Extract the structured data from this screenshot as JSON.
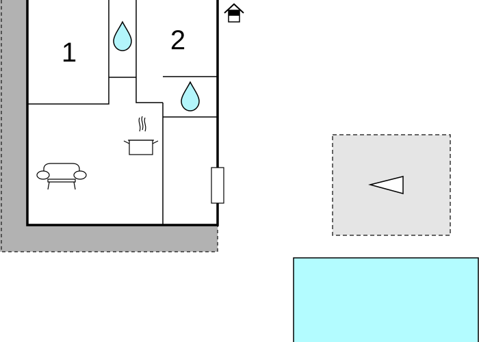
{
  "rooms": [
    {
      "label": "1"
    },
    {
      "label": "2"
    }
  ],
  "icons": {
    "entrance": "house-entrance-icon",
    "water": "water-drop-icon",
    "kitchen": "cooking-pot-icon",
    "living": "sofa-icon",
    "window": "window-icon",
    "parking": "parking-direction-icon",
    "pool": "pool"
  },
  "colors": {
    "wall": "#000000",
    "terrace": "#b2b2b2",
    "parking_fill": "#e5e5e5",
    "water_fill": "#b3f5fb",
    "pool_fill": "#b3fcff"
  }
}
